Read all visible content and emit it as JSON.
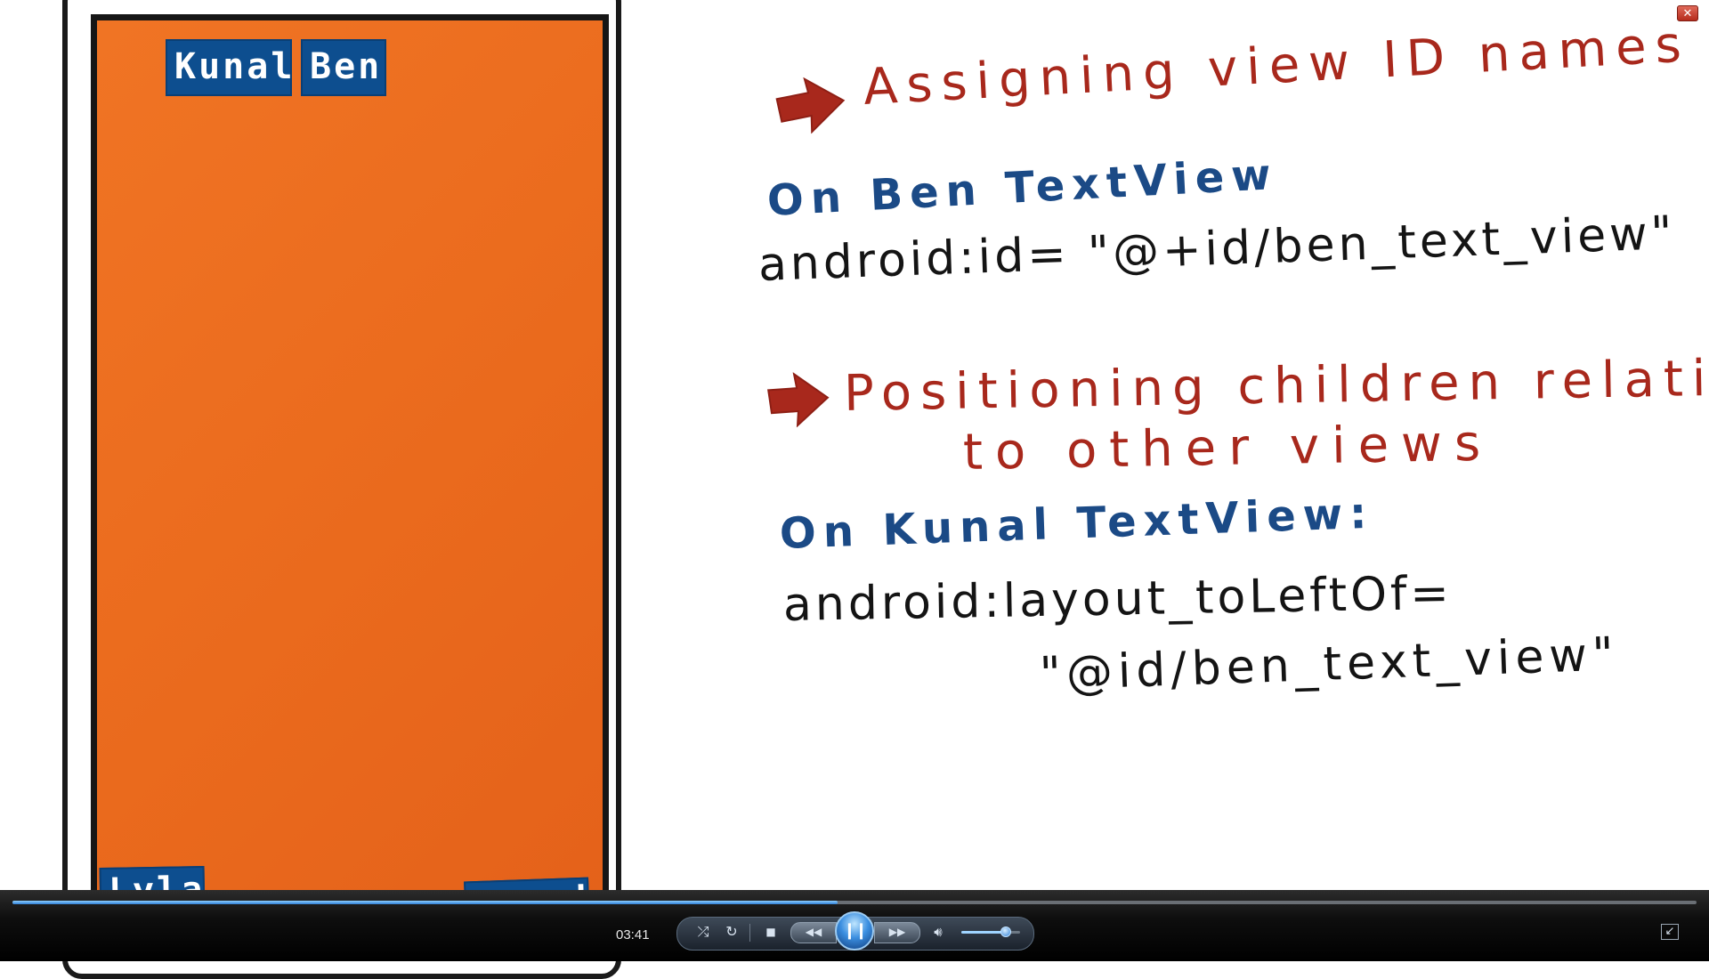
{
  "video": {
    "phone": {
      "labels": {
        "kunal": "Kunal",
        "ben": "Ben",
        "lyla": "Lyla",
        "jennie": "Jennie"
      },
      "screen_color": "#ea6a1d",
      "label_color": "#0d4e8f"
    },
    "whiteboard": {
      "heading_1": "Assigning view ID names",
      "subheading_1": "On Ben TextView",
      "code_1": "android:id= \"@+id/ben_text_view\"",
      "heading_2_line1": "Positioning children relative",
      "heading_2_line2": "to other views",
      "subheading_2": "On Kunal TextView:",
      "code_2_line1": "android:layout_toLeftOf=",
      "code_2_line2": "\"@id/ben_text_view\"",
      "heading_color": "#a8281c",
      "subheading_color": "#1b4a86",
      "code_color": "#141414"
    }
  },
  "player": {
    "time": "03:41",
    "seek_progress": 0.49,
    "volume_level": 0.75,
    "icons": {
      "close": "close-icon",
      "shuffle": "shuffle-icon",
      "repeat": "repeat-icon",
      "stop": "stop-icon",
      "previous": "rewind-icon",
      "play_pause": "pause-icon",
      "next": "fast-forward-icon",
      "mute": "speaker-icon",
      "switch_view": "switch-view-icon"
    },
    "accent_color": "#2f7fd6"
  }
}
